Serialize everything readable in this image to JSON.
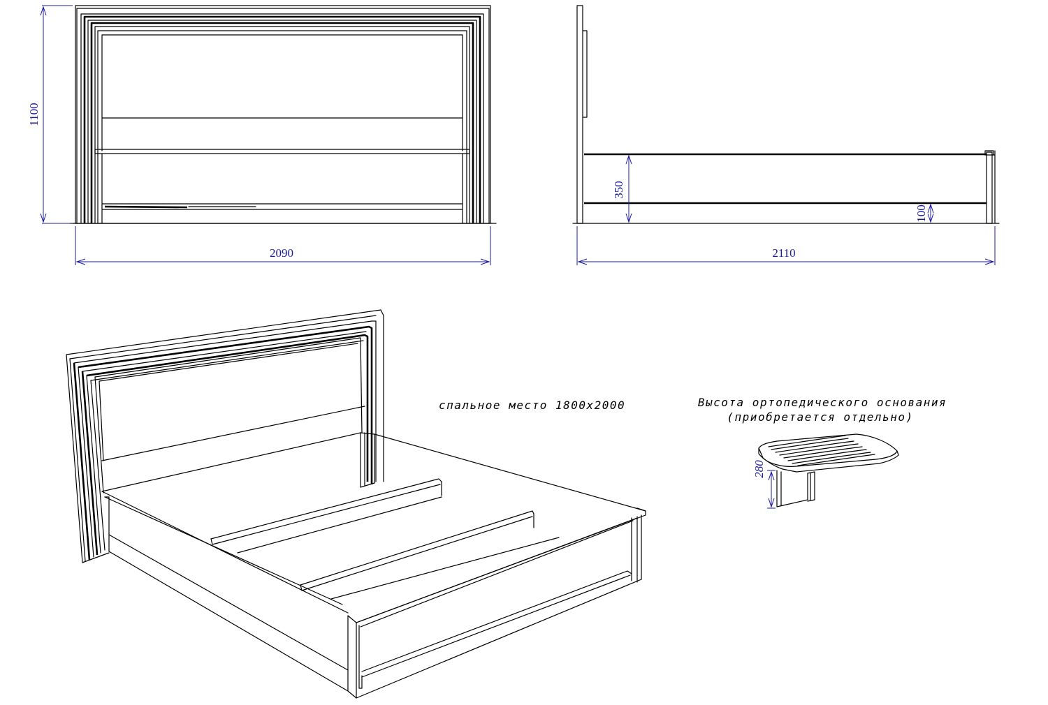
{
  "dimensions": {
    "front_height": "1100",
    "front_width": "2090",
    "side_length": "2110",
    "side_frame_height": "350",
    "side_clearance": "100",
    "base_height": "280"
  },
  "notes": {
    "sleeping_area": "спальное место 1800х2000",
    "base_title_line1": "Высота ортопедического основания",
    "base_title_line2": "(приобретается отдельно)"
  },
  "colors": {
    "line": "#000000",
    "dimension": "#1a1a9e"
  }
}
